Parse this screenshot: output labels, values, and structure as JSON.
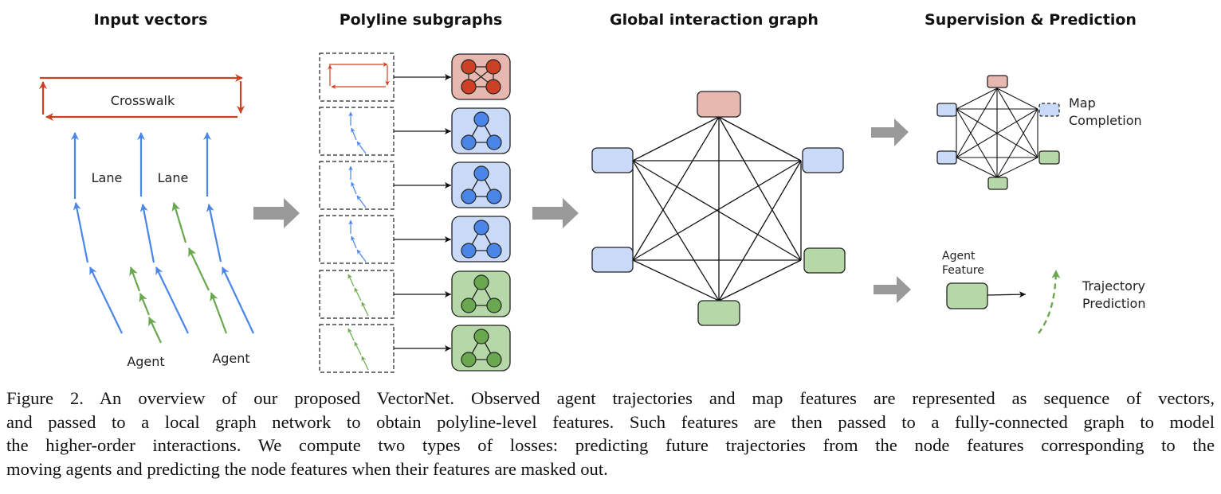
{
  "figure": {
    "panels": [
      {
        "title": "Input vectors"
      },
      {
        "title": "Polyline subgraphs"
      },
      {
        "title": "Global interaction graph"
      },
      {
        "title": "Supervision & Prediction"
      }
    ],
    "input_labels": {
      "crosswalk": "Crosswalk",
      "lane_1": "Lane",
      "lane_2": "Lane",
      "agent_1": "Agent",
      "agent_2": "Agent"
    },
    "supervision_labels": {
      "map_completion_1": "Map",
      "map_completion_2": "Completion",
      "agent_feature_1": "Agent",
      "agent_feature_2": "Feature",
      "trajectory_1": "Trajectory",
      "trajectory_2": "Prediction"
    },
    "colors": {
      "crosswalk": "#cc4125",
      "lane": "#4a86e8",
      "agent": "#6aa84f",
      "crosswalk_fill": "#e6b8af",
      "lane_fill": "#c9daf8",
      "agent_fill": "#b6d7a8",
      "arrow_gray": "#999999"
    },
    "subgraphs": [
      {
        "type": "crosswalk"
      },
      {
        "type": "lane"
      },
      {
        "type": "lane"
      },
      {
        "type": "lane"
      },
      {
        "type": "agent"
      },
      {
        "type": "agent"
      }
    ],
    "global_nodes": [
      "crosswalk",
      "lane",
      "lane",
      "agent",
      "agent",
      "lane"
    ]
  },
  "caption": {
    "lines": [
      "Figure 2. An overview of our proposed VectorNet. Observed agent trajectories and map features are represented as sequence of vectors,",
      "and passed to a local graph network to obtain polyline-level features. Such features are then passed to a fully-connected graph to model",
      "the higher-order interactions. We compute two types of losses: predicting future trajectories from the node features corresponding to the",
      "moving agents and predicting the node features when their features are masked out."
    ]
  }
}
